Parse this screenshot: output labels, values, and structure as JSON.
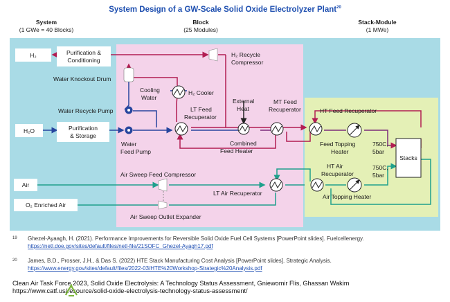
{
  "title": "System Design of a GW-Scale Solid Oxide Electrolyzer Plant",
  "title_sup": "20",
  "columns": {
    "system": {
      "label": "System",
      "sub": "(1 GWe = 40 Blocks)"
    },
    "block": {
      "label": "Block",
      "sub": "(25 Modules)"
    },
    "stack_module": {
      "label": "Stack-Module",
      "sub": "(1 MWe)"
    }
  },
  "nodes": {
    "h2_out": "H₂",
    "h2o_in": "H₂O",
    "air_in": "Air",
    "o2_out": "O₂ Enriched Air",
    "purification_conditioning": [
      "Purification &",
      "Conditioning"
    ],
    "purification_storage": [
      "Purification",
      "& Storage"
    ],
    "h2_recycle_compressor": [
      "H₂ Recycle",
      "Compressor"
    ],
    "water_knockout_drum": "Water Knockout Drum",
    "cooling_water": [
      "Cooling",
      "Water"
    ],
    "h2_cooler": "H₂ Cooler",
    "water_recycle_pump": "Water Recycle Pump",
    "water_feed_pump": [
      "Water",
      "Feed Pump"
    ],
    "lt_feed_recuperator": [
      "LT Feed",
      "Recuperator"
    ],
    "external_heat": [
      "External",
      "Heat"
    ],
    "combined_feed_heater": [
      "Combined",
      "Feed Heater"
    ],
    "mt_feed_recuperator": [
      "MT Feed",
      "Recuperator"
    ],
    "ht_feed_recuperator": "HT Feed Recuperator",
    "feed_topping_heater": [
      "Feed Topping",
      "Heater"
    ],
    "ht_air_recuperator": [
      "HT Air",
      "Recuperator"
    ],
    "air_topping_heater": "Air Topping Heater",
    "condition_feed": [
      "750C,",
      "5bar"
    ],
    "condition_air": [
      "750C,",
      "5bar"
    ],
    "stacks": "Stacks",
    "air_sweep_feed_compressor": "Air Sweep Feed Compressor",
    "lt_air_recuperator": "LT Air Recuperator",
    "air_sweep_outlet_expander": "Air Sweep Outlet Expander"
  },
  "references": [
    {
      "num": "19",
      "text": "Ghezel-Ayaagh, H. (2021). Performance Improvements for Reversible Solid Oxide Fuel Cell Systems [PowerPoint slides]. Fuelcellenergy. ",
      "link": "https://netl.doe.gov/sites/default/files/netl-file/21SOFC_Ghezel-Ayagh17.pdf"
    },
    {
      "num": "20",
      "text": "James, B.D., Prosser, J.H., & Das S. (2022) HTE Stack Manufacturing Cost Analysis [PowerPoint slides]. Strategic Analysis. ",
      "link": "https://www.energy.gov/sites/default/files/2022-03/HTE%20Workshop-Strategic%20Analysis.pdf"
    }
  ],
  "footer": {
    "line1": "Clean Air Task Force 2023, Solid Oxide Electrolysis: A Technology Status Assessment, Gniewomir Flis, Ghassan Wakim",
    "line2": "https://www.catf.us/resource/solid-oxide-electrolysis-technology-status-assessment/"
  },
  "colors": {
    "system_bg": "#a9dbe6",
    "block_bg": "#f4d3ea",
    "stack_bg": "#e4f0b6",
    "h2_line": "#b11d52",
    "water_line": "#26459e",
    "air_line": "#1fa08c",
    "title": "#1e4fb0",
    "logo": "#7bb53a"
  }
}
